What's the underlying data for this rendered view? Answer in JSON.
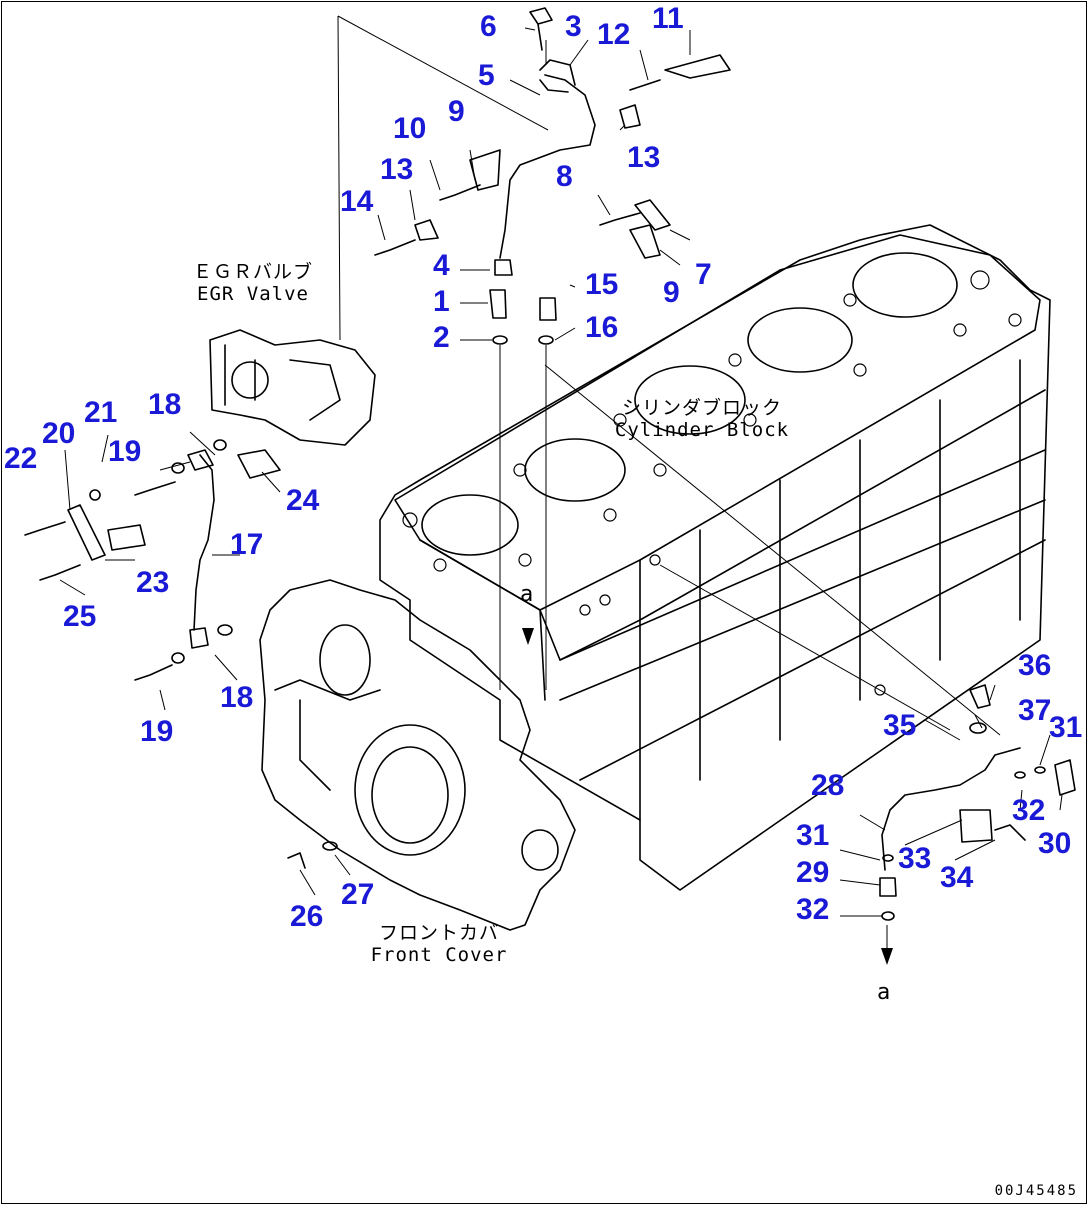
{
  "labels": {
    "egr_valve_jp": "ＥＧＲバルブ",
    "egr_valve_en": "EGR Valve",
    "cylinder_block_jp": "シリンダブロック",
    "cylinder_block_en": "Cylinder Block",
    "front_cover_jp": "フロントカバ",
    "front_cover_en": "Front Cover",
    "reference_top": "a",
    "reference_bottom": "a"
  },
  "callouts": [
    "6",
    "3",
    "12",
    "11",
    "5",
    "10",
    "9",
    "13",
    "13",
    "8",
    "14",
    "7",
    "4",
    "15",
    "9",
    "1",
    "16",
    "2",
    "21",
    "18",
    "20",
    "19",
    "22",
    "24",
    "17",
    "23",
    "25",
    "18",
    "19",
    "36",
    "37",
    "31",
    "35",
    "28",
    "32",
    "30",
    "31",
    "33",
    "34",
    "29",
    "32",
    "26",
    "27"
  ],
  "colors": {
    "callout": "#1a1ad6",
    "line": "#000000"
  },
  "drawing_code": "00J45485"
}
